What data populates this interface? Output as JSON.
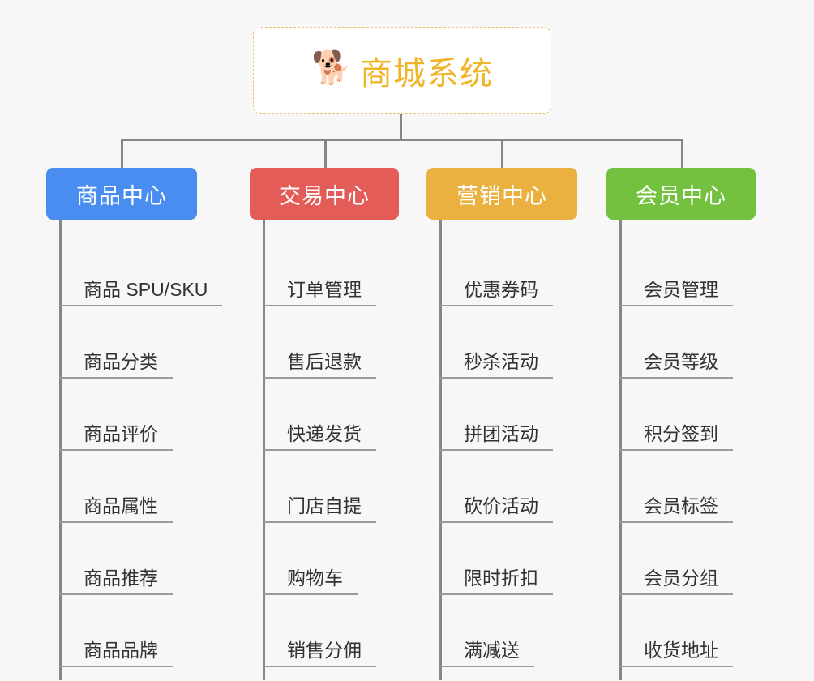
{
  "root": {
    "icon": "shiba-dog-emoji",
    "icon_glyph": "🐕",
    "title": "商城系统",
    "accent_color": "#f0b429",
    "border_color": "#f0c070"
  },
  "theme": {
    "background": "#f7f7f7",
    "connector_color": "#868686",
    "leaf_text_color": "#333333",
    "leaf_rule_color": "#9a9a9a"
  },
  "branches": [
    {
      "id": "product-center",
      "label": "商品中心",
      "color": "#4a8df0",
      "items": [
        {
          "label": "商品 SPU/SKU"
        },
        {
          "label": "商品分类"
        },
        {
          "label": "商品评价"
        },
        {
          "label": "商品属性"
        },
        {
          "label": "商品推荐"
        },
        {
          "label": "商品品牌"
        }
      ]
    },
    {
      "id": "transaction-center",
      "label": "交易中心",
      "color": "#e45c58",
      "items": [
        {
          "label": "订单管理"
        },
        {
          "label": "售后退款"
        },
        {
          "label": "快递发货"
        },
        {
          "label": "门店自提"
        },
        {
          "label": "购物车"
        },
        {
          "label": "销售分佣"
        }
      ]
    },
    {
      "id": "marketing-center",
      "label": "营销中心",
      "color": "#eab040",
      "items": [
        {
          "label": "优惠券码"
        },
        {
          "label": "秒杀活动"
        },
        {
          "label": "拼团活动"
        },
        {
          "label": "砍价活动"
        },
        {
          "label": "限时折扣"
        },
        {
          "label": "满减送"
        }
      ]
    },
    {
      "id": "member-center",
      "label": "会员中心",
      "color": "#73c13f",
      "items": [
        {
          "label": "会员管理"
        },
        {
          "label": "会员等级"
        },
        {
          "label": "积分签到"
        },
        {
          "label": "会员标签"
        },
        {
          "label": "会员分组"
        },
        {
          "label": "收货地址"
        }
      ]
    }
  ]
}
